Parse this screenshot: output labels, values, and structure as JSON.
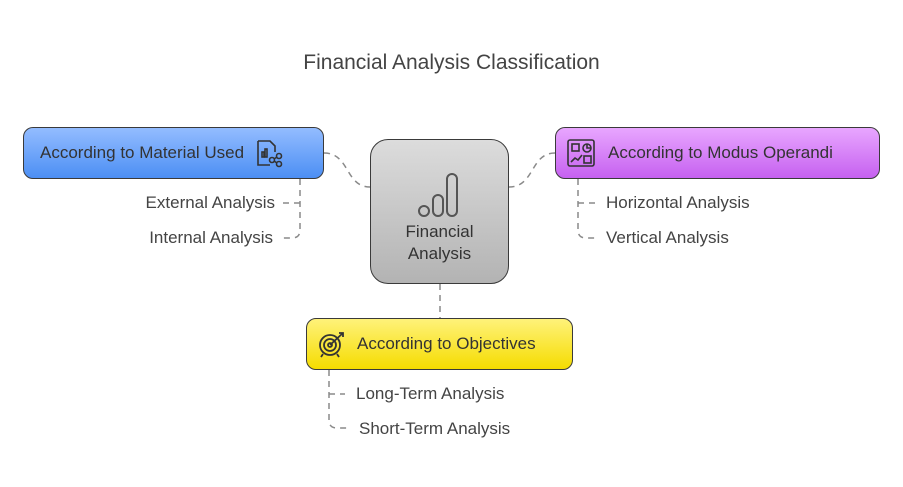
{
  "title": "Financial Analysis Classification",
  "center": {
    "label_line1": "Financial",
    "label_line2": "Analysis",
    "icon": "bar-chart-icon"
  },
  "branches": [
    {
      "label": "According to Material Used",
      "icon": "document-share-icon",
      "color": "#5b9af7",
      "items": [
        "External Analysis",
        "Internal Analysis"
      ]
    },
    {
      "label": "According to Modus Operandi",
      "icon": "dashboard-icon",
      "color": "#d27af5",
      "items": [
        "Horizontal Analysis",
        "Vertical Analysis"
      ]
    },
    {
      "label": "According to Objectives",
      "icon": "target-icon",
      "color": "#fae63a",
      "items": [
        "Long-Term Analysis",
        "Short-Term Analysis"
      ]
    }
  ]
}
